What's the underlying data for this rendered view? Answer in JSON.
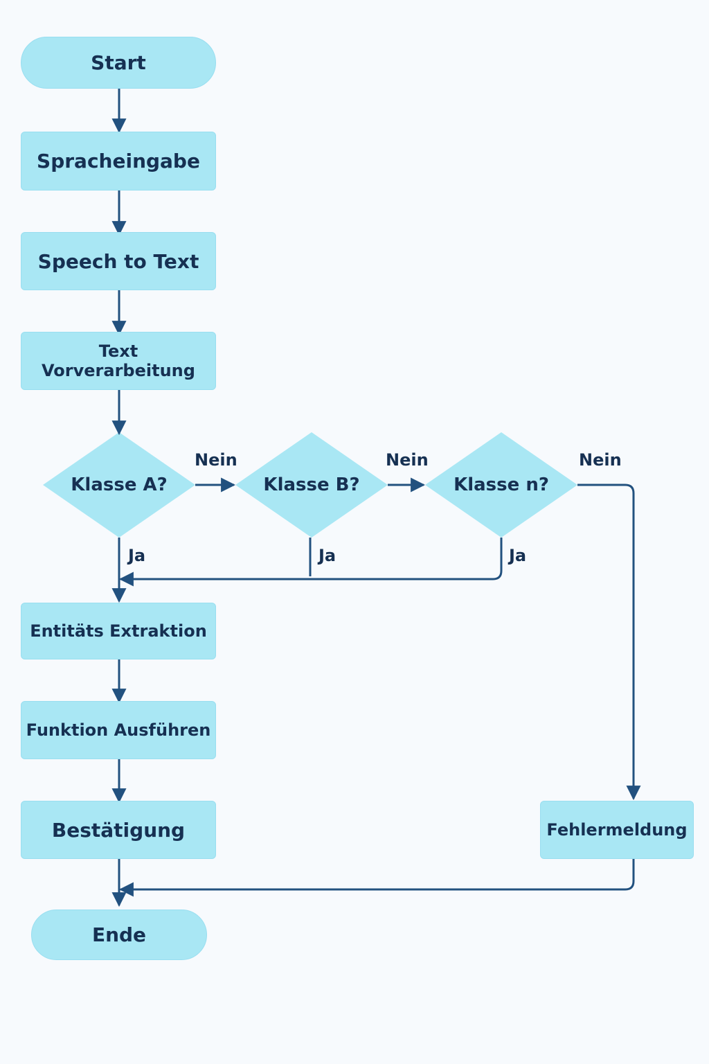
{
  "diagram": {
    "start": "Start",
    "speech_input": "Spracheingabe",
    "speech_to_text": "Speech to Text",
    "preprocessing": "Text Vorverarbeitung",
    "decision_a": "Klasse A?",
    "decision_b": "Klasse B?",
    "decision_n": "Klasse n?",
    "entity_extraction": "Entitäts Extraktion",
    "execute_function": "Funktion Ausführen",
    "confirmation": "Bestätigung",
    "error_message": "Fehlermeldung",
    "end": "Ende",
    "label_no": "Nein",
    "label_yes": "Ja"
  },
  "colors": {
    "background": "#f7fafd",
    "node_fill": "#a9e7f4",
    "line": "#22517f",
    "text": "#163052"
  }
}
